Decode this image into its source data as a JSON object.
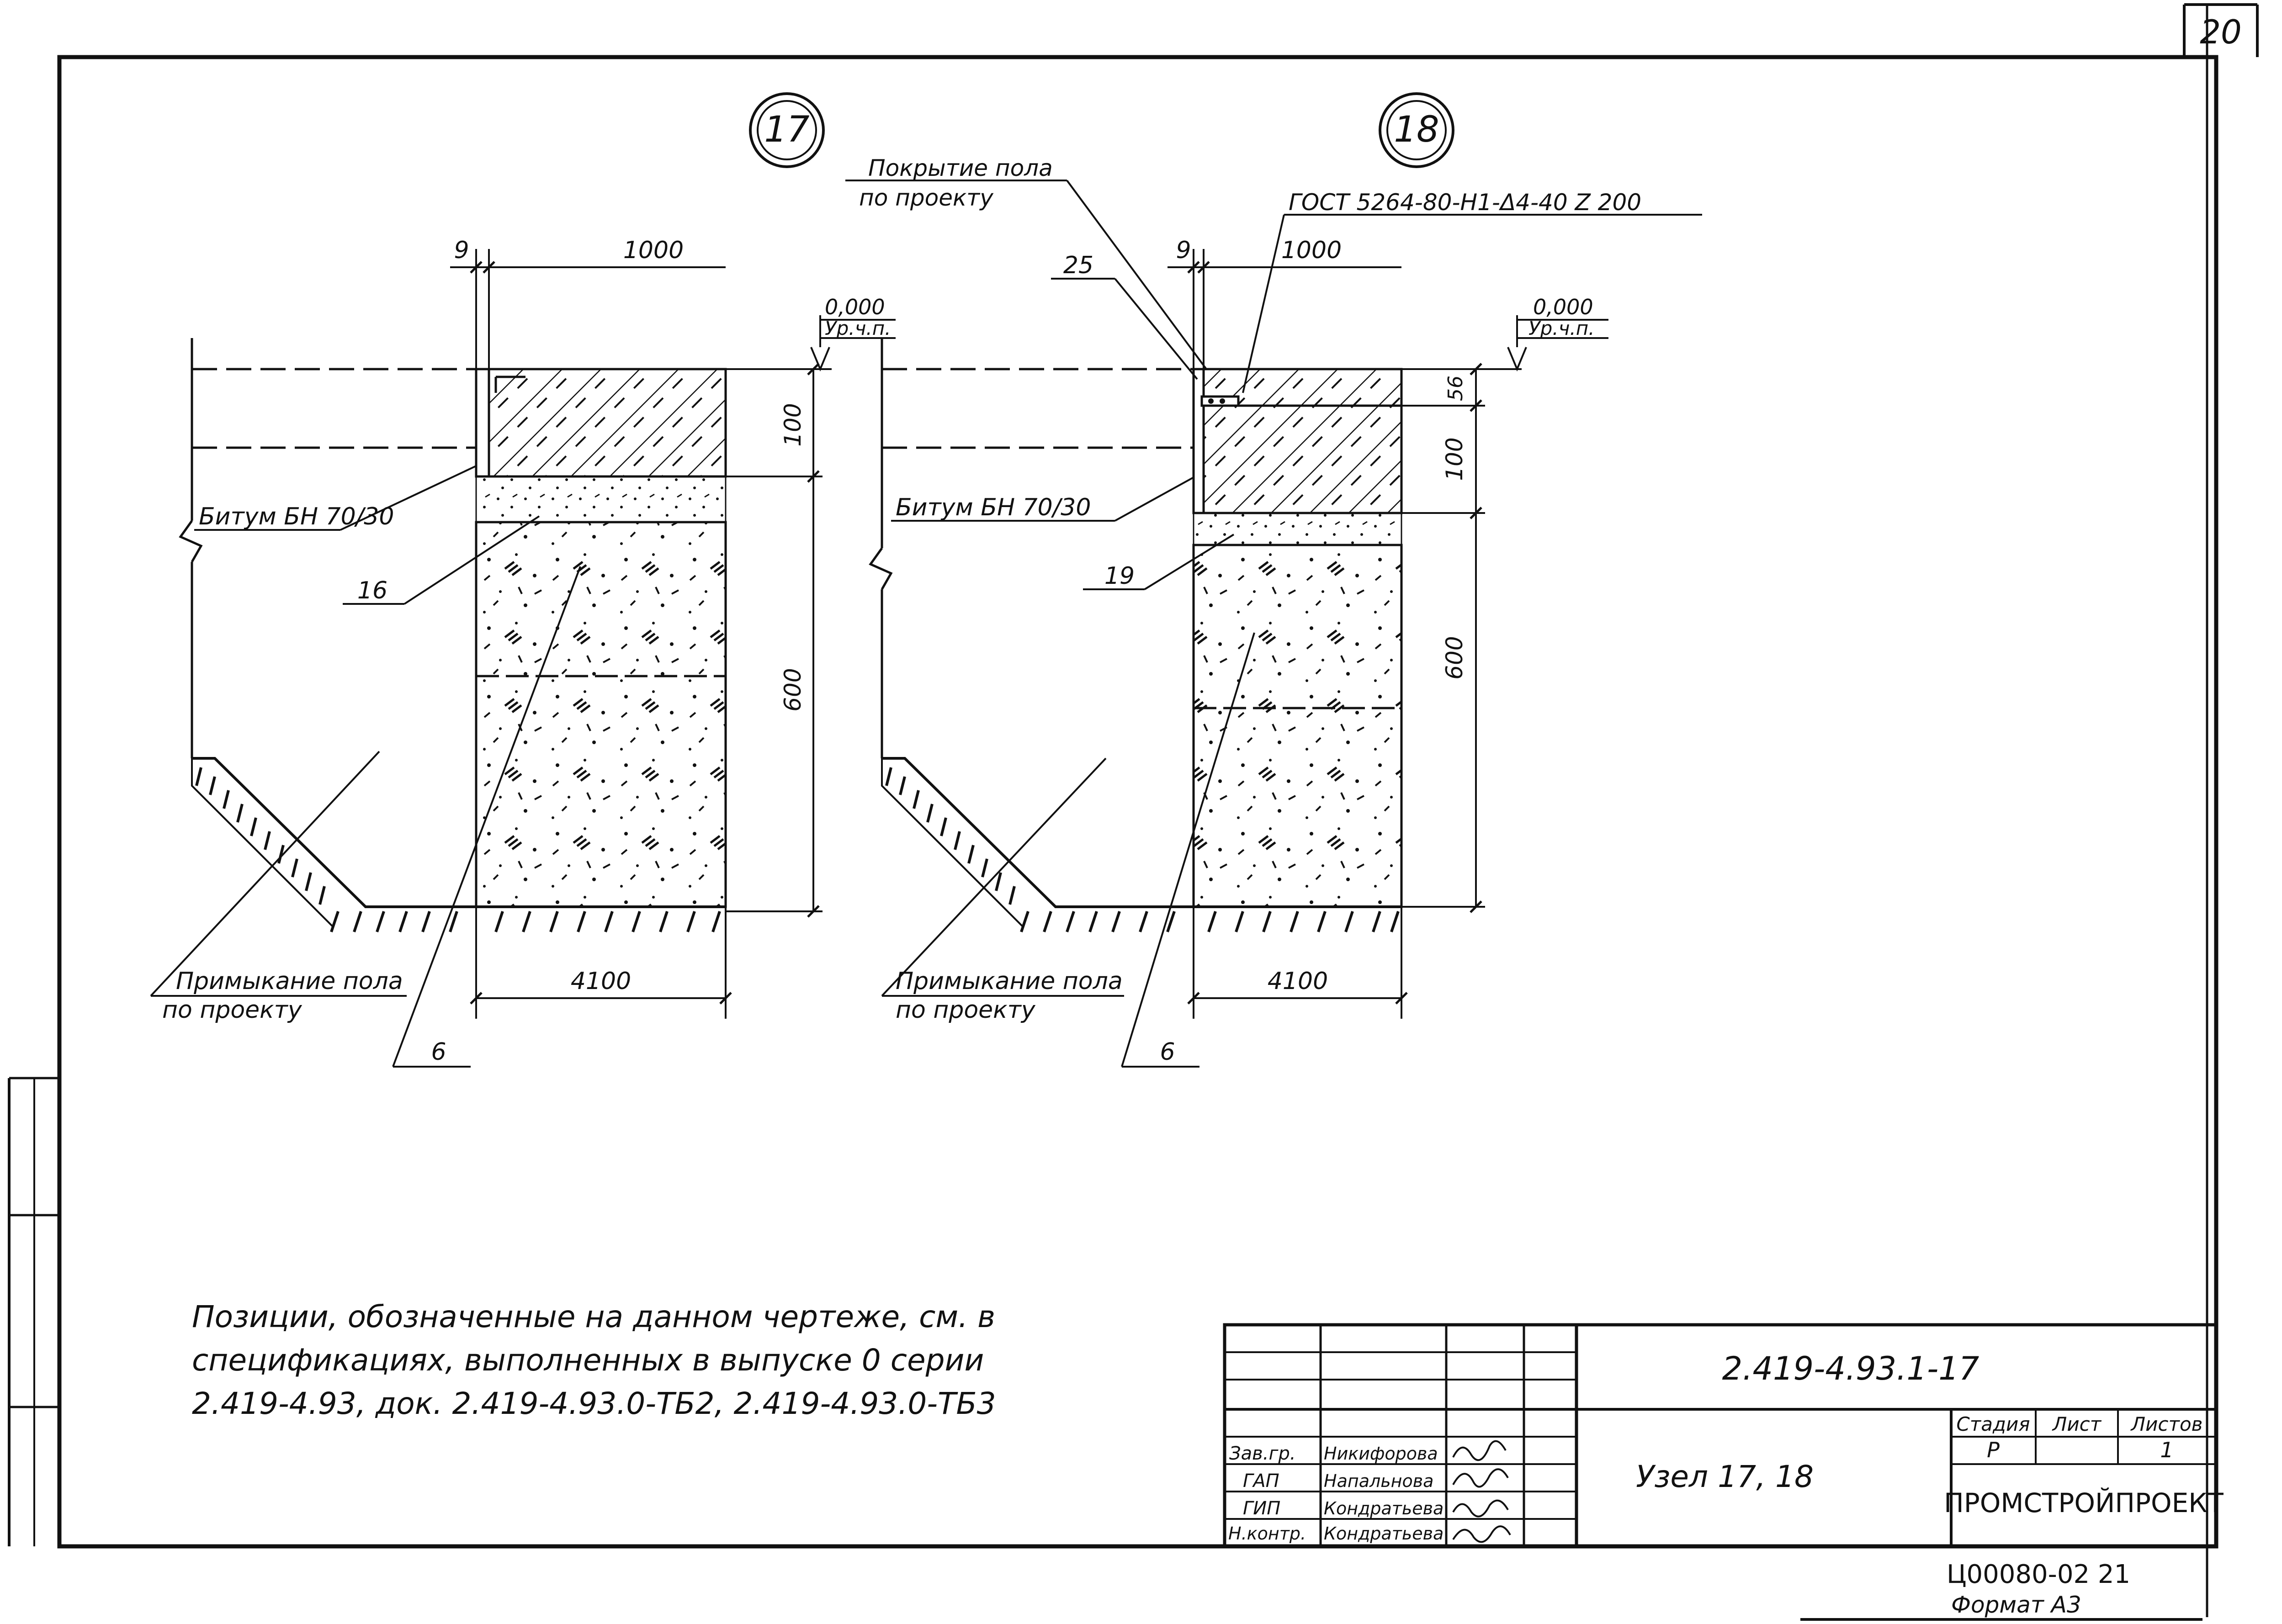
{
  "sheet": {
    "page_number": "20",
    "frame_bottom_code": "Ц00080-02  21",
    "format": "Формат А3"
  },
  "nodes": [
    {
      "number": "17",
      "dim_top_gap": "9",
      "dim_top_width": "1000",
      "level_value": "0,000",
      "level_label": "Ур.ч.п.",
      "dim_right_upper": "100",
      "dim_right_lower": "600",
      "dim_bottom_width": "4100",
      "bitumen_label": "Битум БН 70/30",
      "callout_a": "16",
      "callout_b": "6",
      "junction_line1": "Примыкание пола",
      "junction_line2": "по проекту"
    },
    {
      "number": "18",
      "coating_line1": "Покрытие пола",
      "coating_line2": "по проекту",
      "gost_label": "ГОСТ 5264-80-Н1-Δ4-40 Z 200",
      "callout_25": "25",
      "dim_top_gap": "9",
      "dim_top_width": "1000",
      "level_value": "0,000",
      "level_label": "Ур.ч.п.",
      "dim_right_top": "56",
      "dim_right_upper": "100",
      "dim_right_lower": "600",
      "dim_bottom_width": "4100",
      "bitumen_label": "Битум БН 70/30",
      "callout_a": "19",
      "callout_b": "6",
      "junction_line1": "Примыкание пола",
      "junction_line2": "по проекту"
    }
  ],
  "note": {
    "line1": "Позиции, обозначенные на данном чертеже, см. в",
    "line2": "спецификациях, выполненных в выпуске 0 серии",
    "line3": "2.419-4.93, док. 2.419-4.93.0-ТБ2, 2.419-4.93.0-ТБ3"
  },
  "title_block": {
    "designation": "2.419-4.93.1-17",
    "title": "Узел 17, 18",
    "stage_header": "Стадия",
    "sheet_header": "Лист",
    "sheets_header": "Листов",
    "stage_value": "Р",
    "sheet_value": "",
    "sheets_value": "1",
    "organization": "ПРОМСТРОЙПРОЕКТ",
    "signatures": [
      {
        "role": "Зав.гр.",
        "name": "Никифорова"
      },
      {
        "role": "ГАП",
        "name": "Напальнова"
      },
      {
        "role": "ГИП",
        "name": "Кондратьева"
      },
      {
        "role": "Н.контр.",
        "name": "Кондратьева"
      }
    ]
  }
}
